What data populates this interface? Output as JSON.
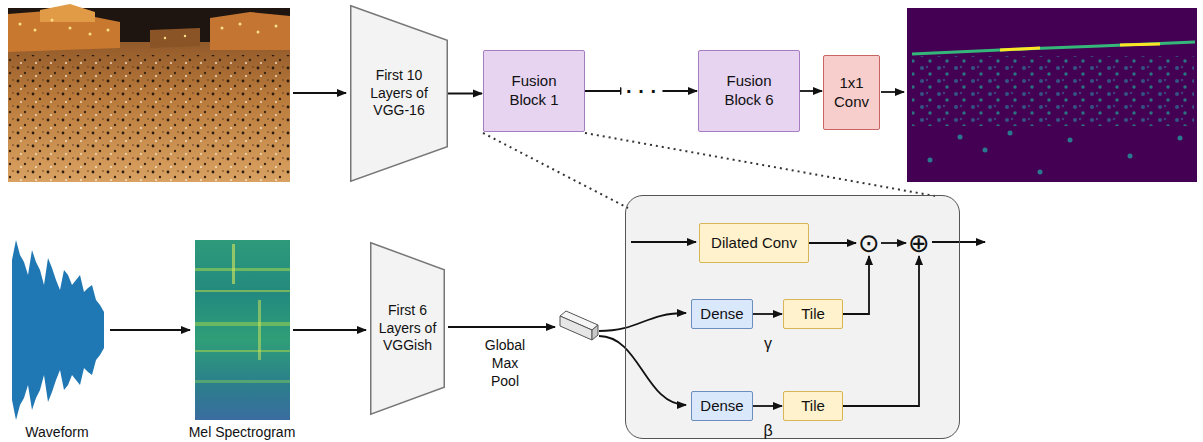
{
  "diagram": {
    "nodes": [
      {
        "text": [
          "First 10 Layers of VGG-16"
        ]
      },
      {
        "text": [
          "Fusion Block 1"
        ]
      },
      {
        "text": [
          "Fusion Block 6"
        ]
      },
      {
        "text": [
          "1x1 Conv"
        ]
      },
      {
        "text": [
          "First 6 Layers of VGGish"
        ]
      },
      {
        "text": []
      },
      {
        "text": [
          "Dilated Conv"
        ],
        "in": 5
      },
      {
        "text": [
          "⊙"
        ],
        "in": 5
      },
      {
        "text": [
          "⊕"
        ],
        "in": 5
      },
      {
        "text": [
          "Dense"
        ],
        "in": 5
      },
      {
        "text": [
          "Tile"
        ],
        "in": 5
      },
      {
        "text": [
          "Dense"
        ],
        "in": 5
      },
      {
        "text": [
          "Tile"
        ],
        "in": 5
      }
    ],
    "edges": [
      {
        "from": 0,
        "to": 1,
        "arrow": "to"
      },
      {
        "from": 1,
        "to": 2,
        "label": "· · ·",
        "arrow": "to"
      },
      {
        "from": 2,
        "to": 3,
        "arrow": "to"
      },
      {
        "from": 6,
        "to": 7,
        "arrow": "to"
      },
      {
        "from": 7,
        "to": 8,
        "arrow": "to"
      },
      {
        "from": 9,
        "to": 10,
        "label": "γ",
        "arrow": "to"
      },
      {
        "from": 10,
        "to": 7,
        "arrow": "to"
      },
      {
        "from": 11,
        "to": 12,
        "label": "β",
        "arrow": "to"
      },
      {
        "from": 12,
        "to": 8,
        "arrow": "to"
      }
    ],
    "labels": [
      "Waveform",
      "Mel Spectrogram",
      "Global Max Pool"
    ]
  }
}
